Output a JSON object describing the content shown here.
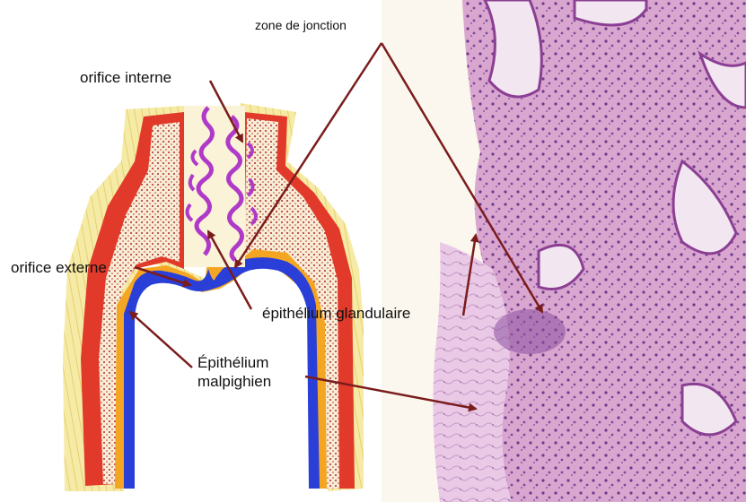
{
  "labels": {
    "zone_jonction": "zone de jonction",
    "orifice_interne": "orifice interne",
    "orifice_externe": "orifice externe",
    "epithelium_glandulaire": "épithélium glandulaire",
    "epithelium_malpighien_line1": "Épithélium",
    "epithelium_malpighien_line2": "malpighien"
  },
  "colors": {
    "arrow": "#7a1c1c",
    "stroma": "#f3e9a0",
    "muscle": "#e23a2a",
    "squamous_epithelium": "#2a3fd8",
    "glandular_epithelium": "#b03ac8",
    "histology_pink": "#e3b7d9",
    "histology_purple": "#7f4d9c"
  }
}
